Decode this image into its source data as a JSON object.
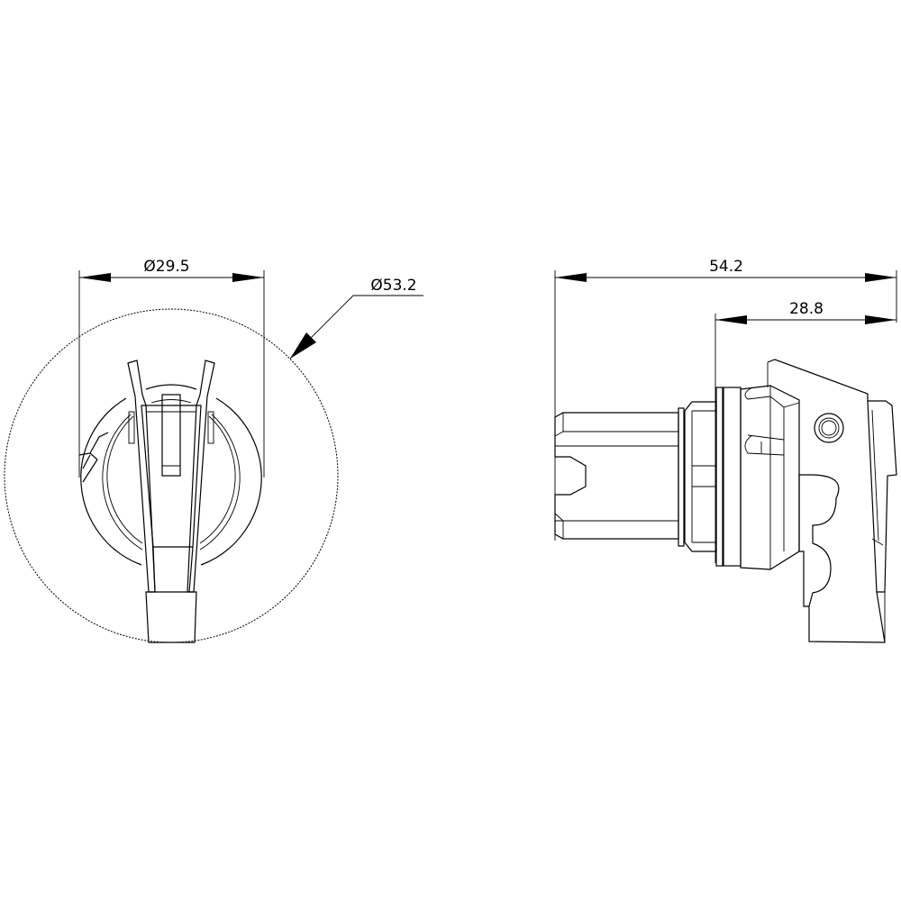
{
  "title": "Rotary selector switch dimensional drawing",
  "front_view": {
    "dim_inner_diameter": "Ø29.5",
    "dim_outer_diameter": "Ø53.2"
  },
  "side_view": {
    "dim_total_length": "54.2",
    "dim_front_length": "28.8"
  },
  "colors": {
    "line": "#000000",
    "background": "#ffffff"
  }
}
